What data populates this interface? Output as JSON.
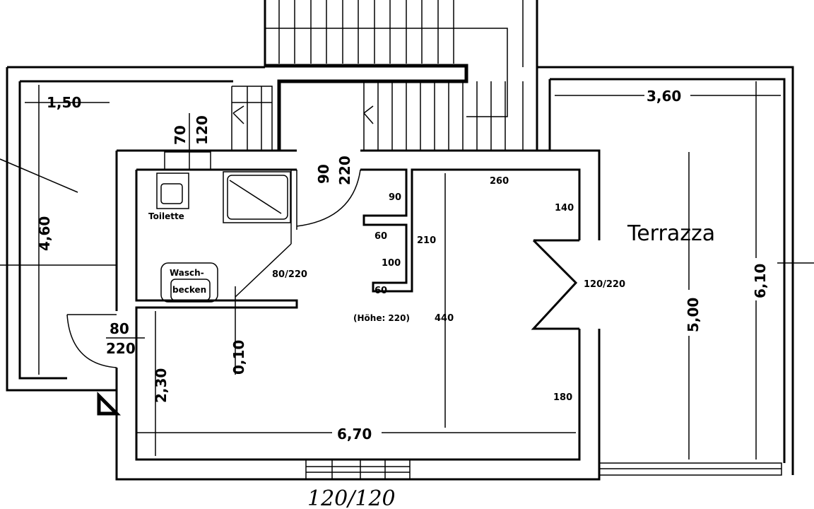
{
  "rooms": {
    "toilet": "Toilette",
    "sink": "Wasch-",
    "sink2": "becken",
    "terrace": "Terrazza"
  },
  "dims": {
    "d150": "1,50",
    "d460": "4,60",
    "d70": "70",
    "d120": "120",
    "d90": "90",
    "d220": "220",
    "d80_220": "80/220",
    "door80": "80",
    "door220": "220",
    "d010": "0,10",
    "d230": "2,30",
    "d670": "6,70",
    "d260": "260",
    "d140": "140",
    "d210": "210",
    "d440": "440",
    "s90": "90",
    "s60a": "60",
    "s100": "100",
    "s60b": "60",
    "hoehe": "(Höhe: 220)",
    "d120_220": "120/220",
    "d180": "180",
    "d360": "3,60",
    "d500": "5,00",
    "d610": "6,10"
  },
  "handwritten": "120/120"
}
